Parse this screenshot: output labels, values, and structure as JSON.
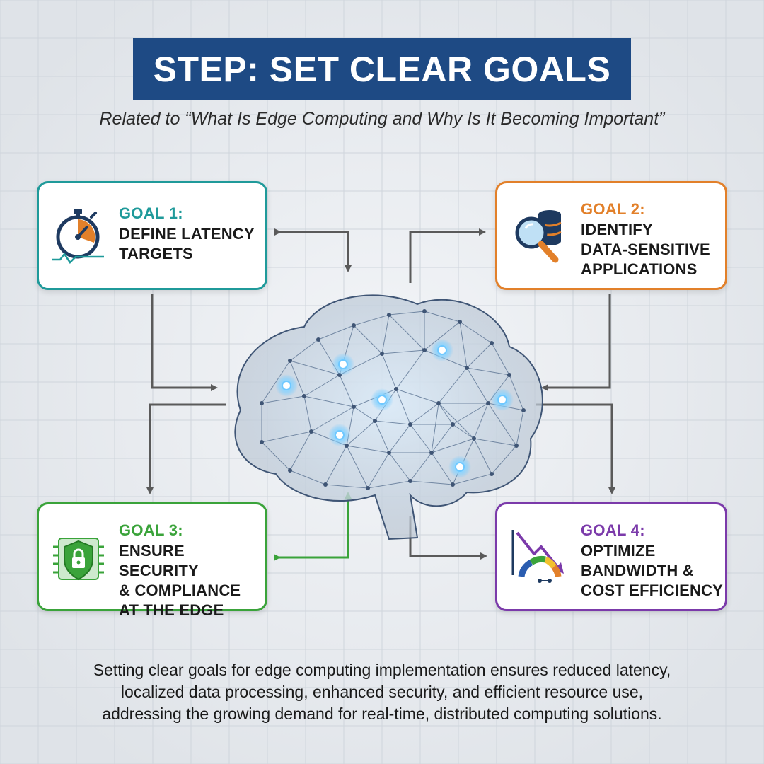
{
  "title": "STEP: SET CLEAR GOALS",
  "subtitle": "Related to “What Is Edge Computing and Why Is It Becoming Important”",
  "goals": [
    {
      "label": "GOAL 1:",
      "lines": [
        "DEFINE LATENCY",
        "TARGETS"
      ],
      "color": "#1f9a9a",
      "icon": "stopwatch-icon"
    },
    {
      "label": "GOAL 2:",
      "lines": [
        "IDENTIFY",
        "DATA-SENSITIVE",
        "APPLICATIONS"
      ],
      "color": "#e2802a",
      "icon": "magnifier-database-icon"
    },
    {
      "label": "GOAL 3:",
      "lines": [
        "ENSURE SECURITY",
        "& COMPLIANCE",
        "AT THE EDGE"
      ],
      "color": "#3aa33a",
      "icon": "shield-lock-chip-icon"
    },
    {
      "label": "GOAL 4:",
      "lines": [
        "OPTIMIZE",
        "BANDWIDTH &",
        "COST EFFICIENCY"
      ],
      "color": "#7b3aaa",
      "icon": "downtrend-gauge-icon"
    }
  ],
  "footer": {
    "lines": [
      "Setting clear goals for edge computing implementation ensures reduced latency,",
      "localized data processing, enhanced security, and efficient resource use,",
      "addressing the growing demand for real-time, distributed computing solutions."
    ]
  },
  "colors": {
    "title_bg": "#1e4a84",
    "background": "#e8ebef",
    "connector": "#5a5a5a",
    "brain_glow": "#6fc8ff"
  }
}
